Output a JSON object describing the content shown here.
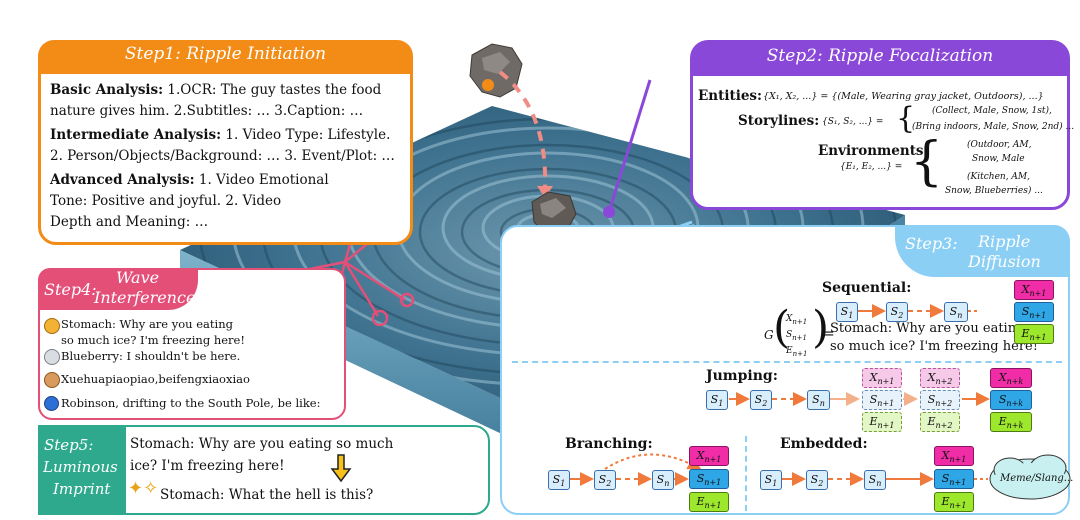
{
  "step1": {
    "title": "Step1:  Ripple Initiation",
    "basic_label": "Basic Analysis:",
    "basic_text1": " 1.OCR: The guy tastes the food",
    "basic_text2": "nature gives him. 2.Subtitles: … 3.Caption: …",
    "inter_label": "Intermediate Analysis:",
    "inter_text1": " 1. Video Type: Lifestyle.",
    "inter_text2": "2. Person/Objects/Background: … 3. Event/Plot: …",
    "adv_label": "Advanced Analysis:",
    "adv_text1": " 1. Video Emotional",
    "adv_text2": "Tone: Positive and joyful. 2. Video",
    "adv_text3": "Depth and Meaning: …"
  },
  "step2": {
    "title": "Step2:  Ripple Focalization",
    "entities_label": "Entities:",
    "entities_formula": "{X₁, X₂, ...} = {(Male, Wearing gray jacket, Outdoors), ...}",
    "storylines_label": "Storylines:",
    "storylines_lhs": "{S₁, S₂, ...} =",
    "storylines_1": "(Collect, Male, Snow, 1st),",
    "storylines_2": "(Bring indoors, Male, Snow, 2nd) ...",
    "environments_label": "Environments:",
    "environments_lhs": "{E₁, E₂, ...} =",
    "env_1a": "(Outdoor, AM,",
    "env_1b": "Snow, Male",
    "env_2a": "(Kitchen, AM,",
    "env_2b": "Snow, Blueberries) ..."
  },
  "step3": {
    "title_a": "Step3:",
    "title_b": "Ripple",
    "title_c": "Diffusion",
    "sequential_label": "Sequential:",
    "jumping_label": "Jumping:",
    "branching_label": "Branching:",
    "embedded_label": "Embedded:",
    "g_formula": "G",
    "g_x": "Xn+1",
    "g_s": "Sn+1",
    "g_e": "En+1",
    "seq_text1": "Stomach: Why are you eating",
    "seq_text2": "so much ice? I'm freezing here!",
    "meme_label": "Meme/Slang..."
  },
  "step4": {
    "title_a": "Step4:",
    "title_b": "Wave",
    "title_c": "Interference",
    "comments": [
      "Stomach: Why are you eating",
      "so much ice? I'm freezing here!",
      "Blueberry: I shouldn't be here.",
      "Xuehuapiaopiao,beifengxiaoxiao",
      "Robinson, drifting to the South Pole, be like:"
    ]
  },
  "step5": {
    "title_a": "Step5:",
    "title_b": "Luminous",
    "title_c": "Imprint",
    "text1": "Stomach: Why are you eating so much",
    "text2": "ice? I'm freezing here!",
    "text3": "Stomach: What the hell is this?"
  },
  "nodes": {
    "s1": "S1",
    "s2": "S2",
    "sn": "Sn",
    "xn1": "Xn+1",
    "sn1": "Sn+1",
    "en1": "En+1",
    "xn2": "Xn+2",
    "sn2": "Sn+2",
    "en2": "En+2",
    "xnk": "Xn+k",
    "snk": "Sn+k",
    "enk": "En+k"
  },
  "colors": {
    "step1": "#f28c17",
    "step2": "#8a48d9",
    "step3": "#8ccff5",
    "step4": "#e44f78",
    "step5": "#2ea98d",
    "water": "#2a5f7a"
  }
}
